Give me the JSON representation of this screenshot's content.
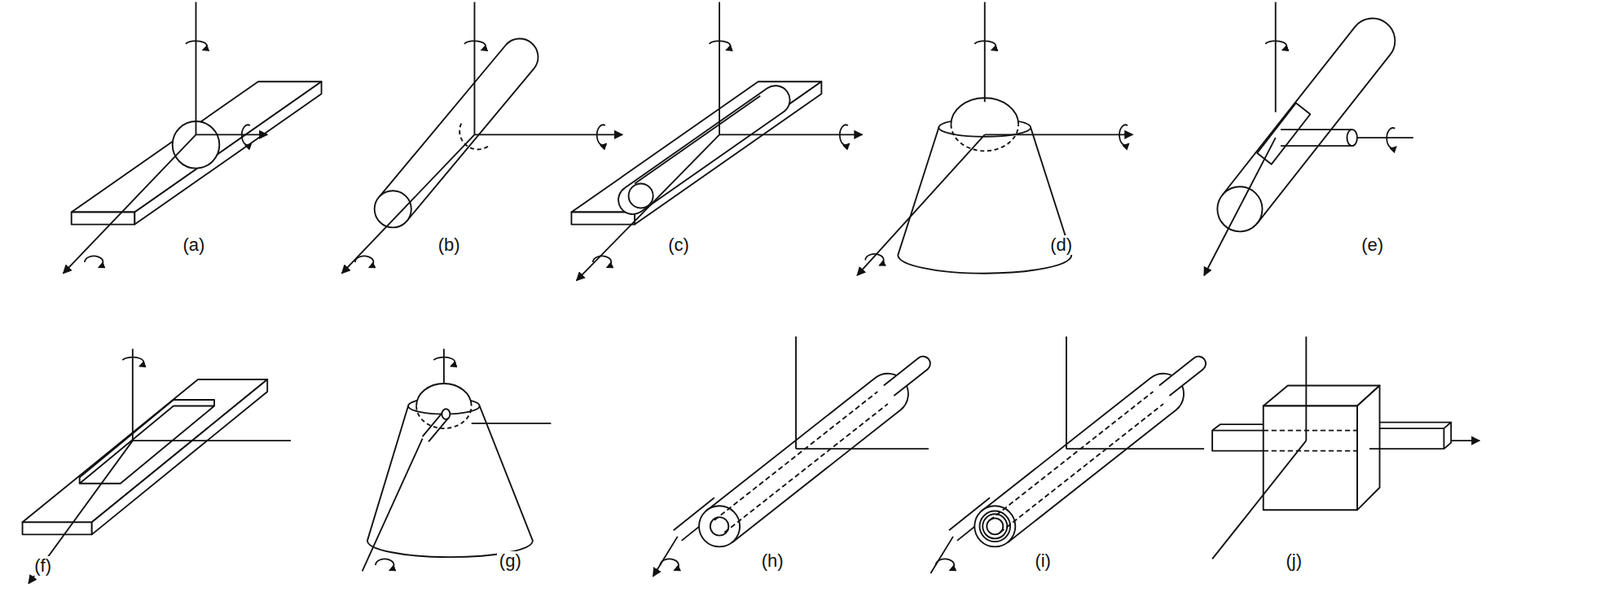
{
  "diagram": {
    "labels": [
      "(a)",
      "(b)",
      "(c)",
      "(d)",
      "(e)",
      "(f)",
      "(g)",
      "(h)",
      "(i)",
      "(j)"
    ]
  }
}
